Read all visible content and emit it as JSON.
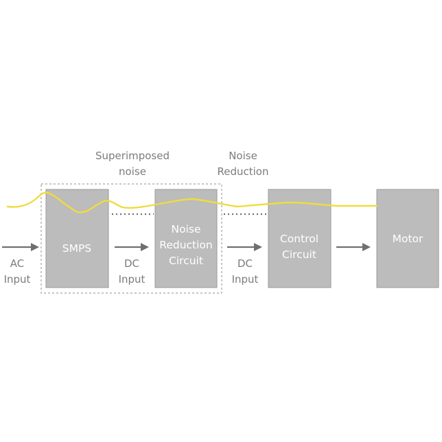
{
  "labels": {
    "superimposed_noise": [
      "Superimposed",
      "noise"
    ],
    "noise_reduction": [
      "Noise",
      "Reduction"
    ],
    "ac_input": [
      "AC",
      "Input"
    ],
    "dc_input_1": [
      "DC",
      "Input"
    ],
    "dc_input_2": [
      "DC",
      "Input"
    ]
  },
  "blocks": {
    "smps": [
      "SMPS"
    ],
    "noise_reduction_circuit": [
      "Noise",
      "Reduction",
      "Circuit"
    ],
    "control_circuit": [
      "Control",
      "Circuit"
    ],
    "motor": [
      "Motor"
    ]
  },
  "colors": {
    "block_fill": "#bcbcbc",
    "block_stroke": "#9a9a9a",
    "label_text": "#7b7b7b",
    "block_text": "#ffffff",
    "arrow": "#6f6f6f",
    "noise_signal": "#f0dc3c",
    "dashed_outline": "#8c8c8c",
    "dotted_line": "#6f6f6f"
  }
}
